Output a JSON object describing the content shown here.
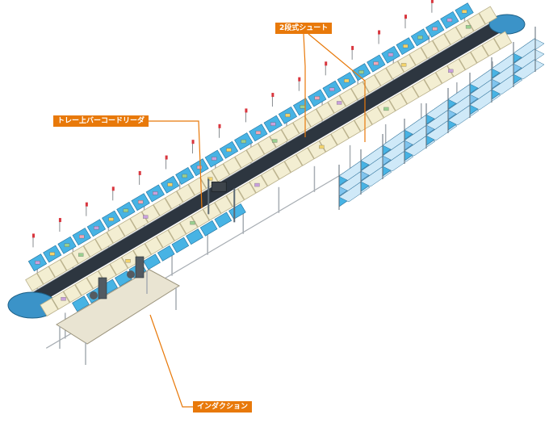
{
  "labels": {
    "two_stage_chute": "2段式シュート",
    "tray_barcode_reader": "トレー上バーコードリーダ",
    "induction": "インダクション"
  },
  "colors": {
    "callout_bg": "#e8790a",
    "callout_text": "#ffffff",
    "leader_line": "#e8790a",
    "tray": "#f3eed2",
    "tray_edge": "#b9b08a",
    "conveyor": "#2d3640",
    "frame": "#a7adb3",
    "chute_blue": "#47b3e4",
    "rack_blue": "#7fc4ee",
    "table_top": "#e9e4d2",
    "flag": "#d9363e"
  },
  "icons": [
    "tray-sorter-illustration",
    "barcode-reader-icon",
    "induction-station-icon"
  ]
}
